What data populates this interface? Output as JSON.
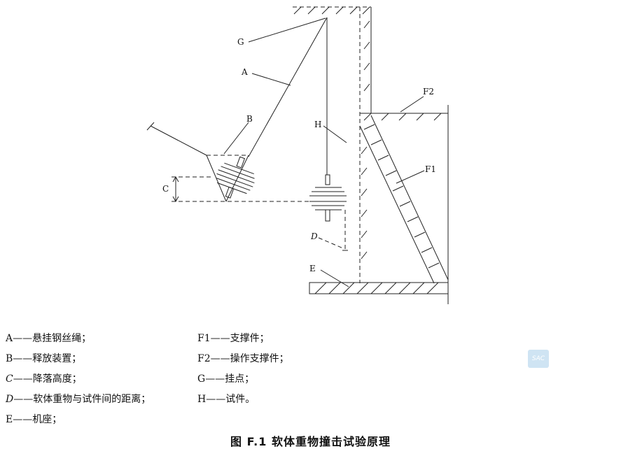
{
  "labels": {
    "A": "A",
    "B": "B",
    "C": "C",
    "D": "D",
    "E": "E",
    "F1": "F1",
    "F2": "F2",
    "G": "G",
    "H": "H"
  },
  "legend": {
    "col1": [
      {
        "key": "A",
        "text": "——悬挂钢丝绳；"
      },
      {
        "key": "B",
        "text": "——释放装置；"
      },
      {
        "key": "C",
        "text": "——降落高度；"
      },
      {
        "key": "D",
        "text": "——软体重物与试件间的距离；"
      },
      {
        "key": "E",
        "text": "——机座；"
      }
    ],
    "col2": [
      {
        "key": "F1",
        "text": "——支撑件；"
      },
      {
        "key": "F2",
        "text": "——操作支撑件；"
      },
      {
        "key": "G",
        "text": "——挂点；"
      },
      {
        "key": "H",
        "text": "——试件。"
      }
    ]
  },
  "caption": "图 F.1   软体重物撞击试验原理",
  "logo_text": "SAC"
}
